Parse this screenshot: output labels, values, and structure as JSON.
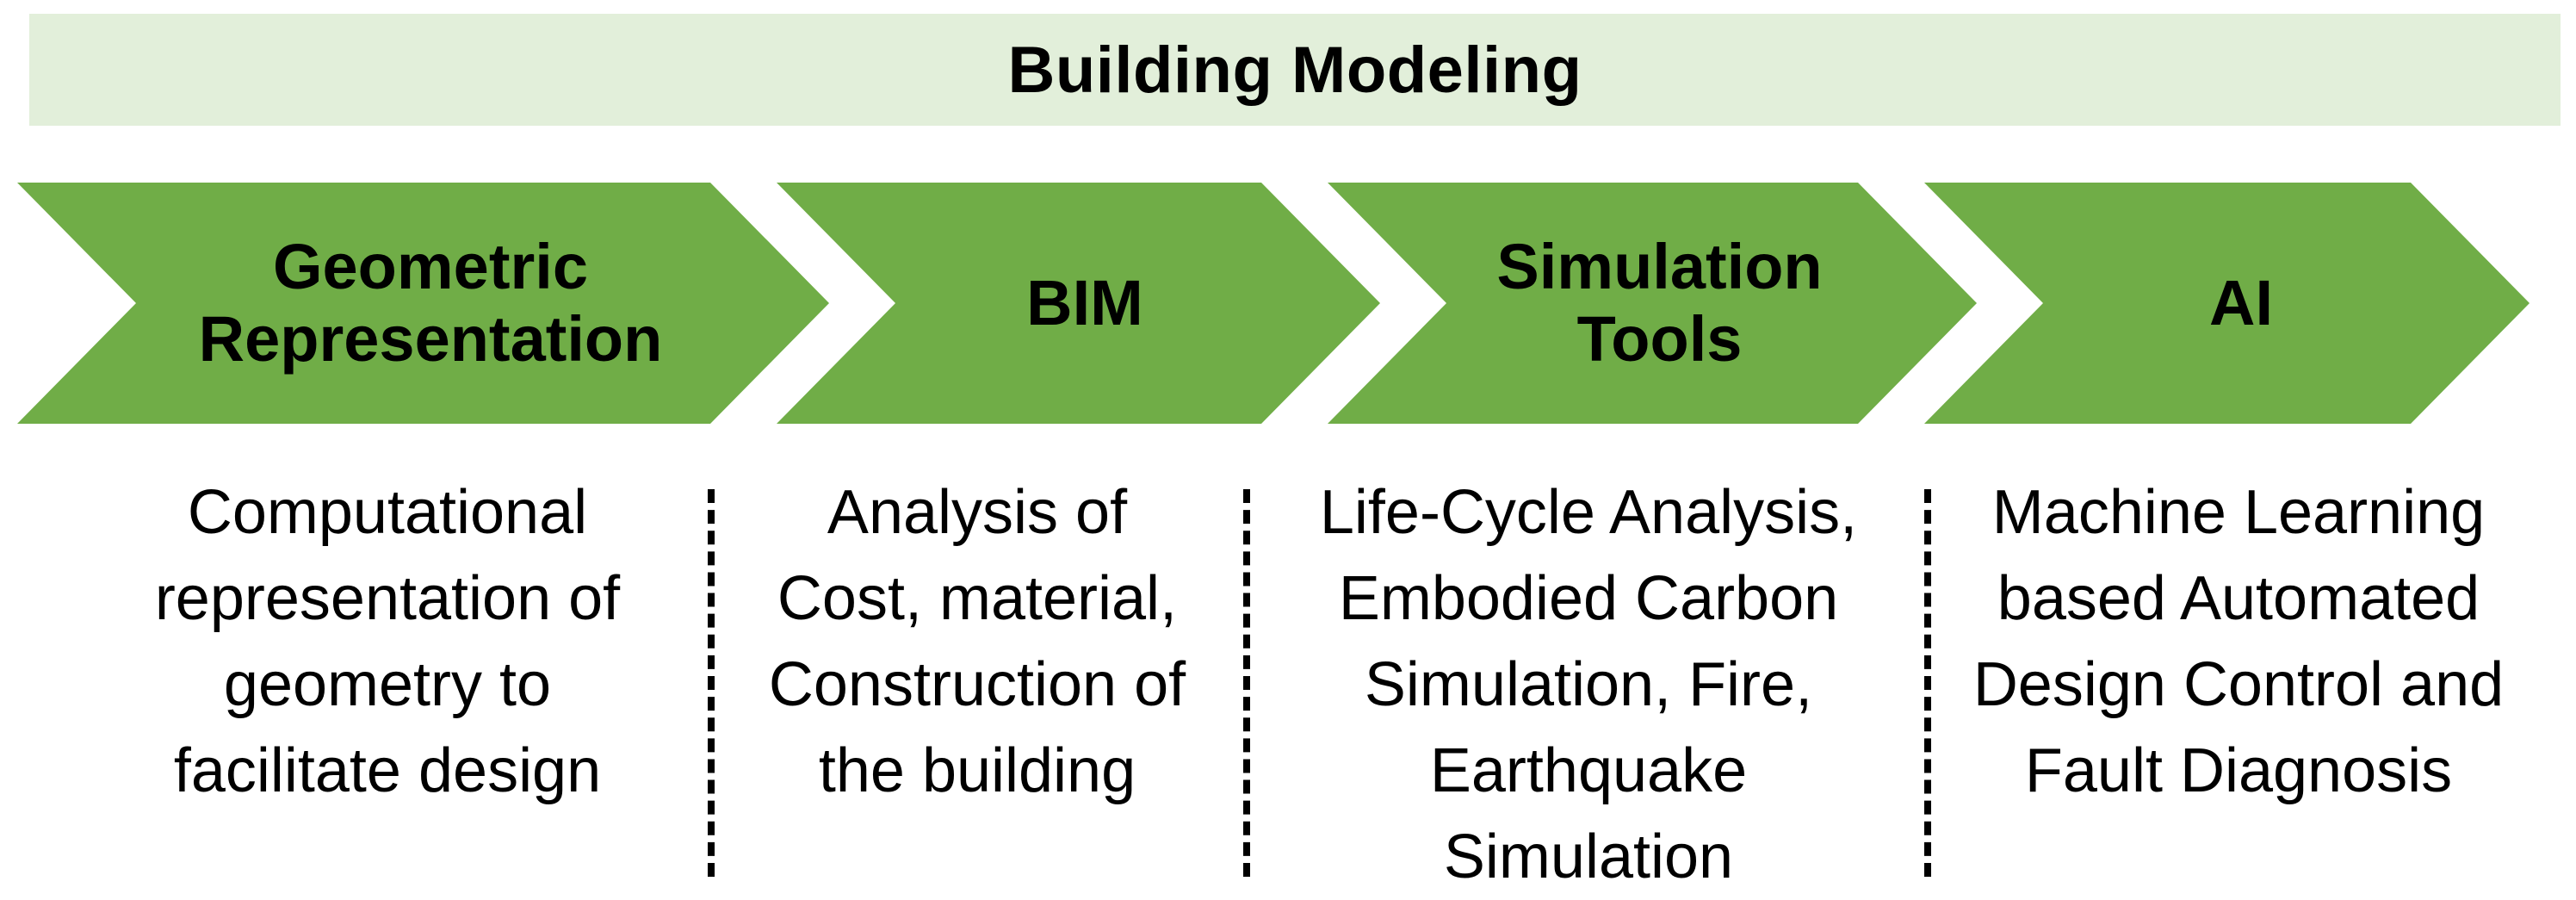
{
  "header": {
    "title": "Building Modeling"
  },
  "stages": [
    {
      "title": "Geometric\nRepresentation",
      "description": "Computational\nrepresentation of\ngeometry to\nfacilitate design"
    },
    {
      "title": "BIM",
      "description": "Analysis of\nCost, material,\nConstruction of\nthe building"
    },
    {
      "title": "Simulation\nTools",
      "description": "Life-Cycle Analysis,\nEmbodied Carbon\nSimulation, Fire,\nEarthquake\nSimulation"
    },
    {
      "title": "AI",
      "description": "Machine Learning\nbased Automated\nDesign Control and\nFault Diagnosis"
    }
  ],
  "colors": {
    "arrow_fill": "#70ad47",
    "banner_fill": "#e2efda",
    "text": "#000000",
    "divider": "#000000"
  }
}
